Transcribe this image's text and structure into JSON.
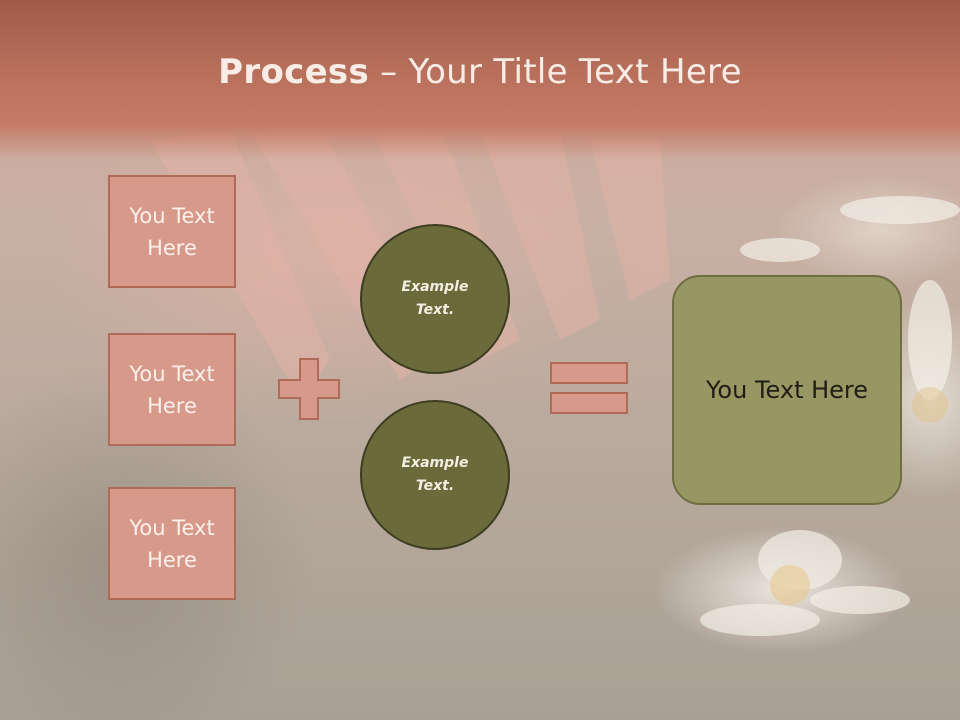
{
  "slide": {
    "title_bold": "Process",
    "title_rest": " – Your Title Text Here"
  },
  "left_boxes": [
    {
      "label": "You Text Here"
    },
    {
      "label": "You Text Here"
    },
    {
      "label": "You Text Here"
    }
  ],
  "circles": [
    {
      "label": "Example Text."
    },
    {
      "label": "Example Text."
    }
  ],
  "result_box": {
    "label": "You Text Here"
  },
  "colors": {
    "header": "#b8705c",
    "box_fill": "#d7998a",
    "circle_fill": "#6a6a3a",
    "result_fill": "#979764"
  },
  "icons": {
    "plus": "plus-sign",
    "equals": "equals-sign"
  }
}
